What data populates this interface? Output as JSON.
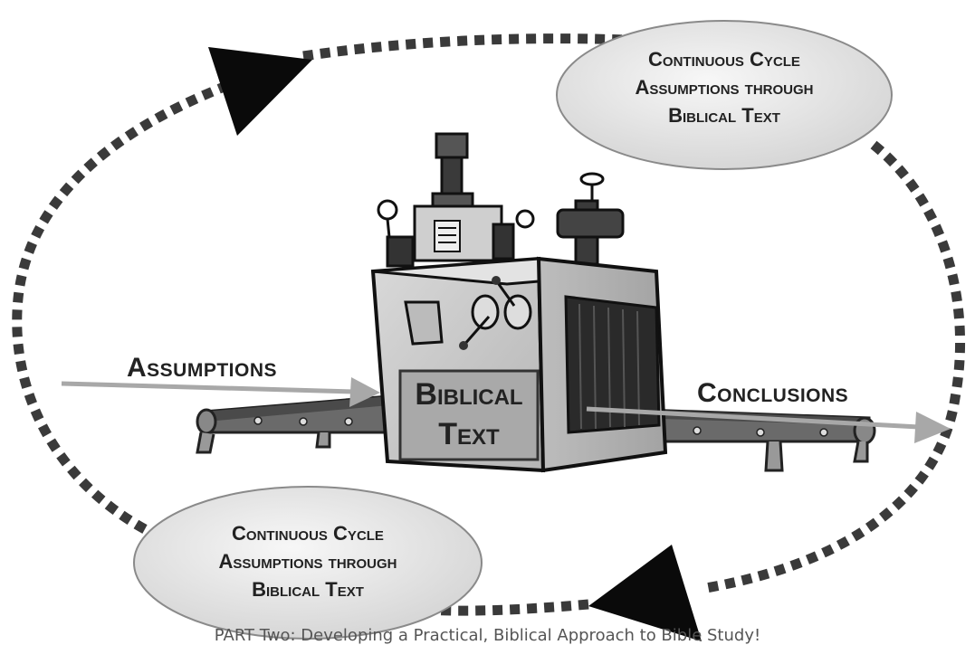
{
  "bubble_top": {
    "line1": "Continuous Cycle",
    "line2": "Assumptions through",
    "line3": "Biblical Text"
  },
  "bubble_bottom": {
    "line1": "Continuous Cycle",
    "line2": "Assumptions through",
    "line3": "Biblical Text"
  },
  "label_assumptions": "Assumptions",
  "label_conclusions": "Conclusions",
  "machine_panel": {
    "line1": "Biblical",
    "line2": "Text"
  },
  "footer": "PART Two: Developing a Practical, Biblical Approach to Bible Study!",
  "colors": {
    "arrow_gray": "#a8a8a8",
    "dots": "#3a3a3a",
    "bubble_fill": "#e6e6e6",
    "machine": "#c8c8c8",
    "belt": "#555555"
  }
}
